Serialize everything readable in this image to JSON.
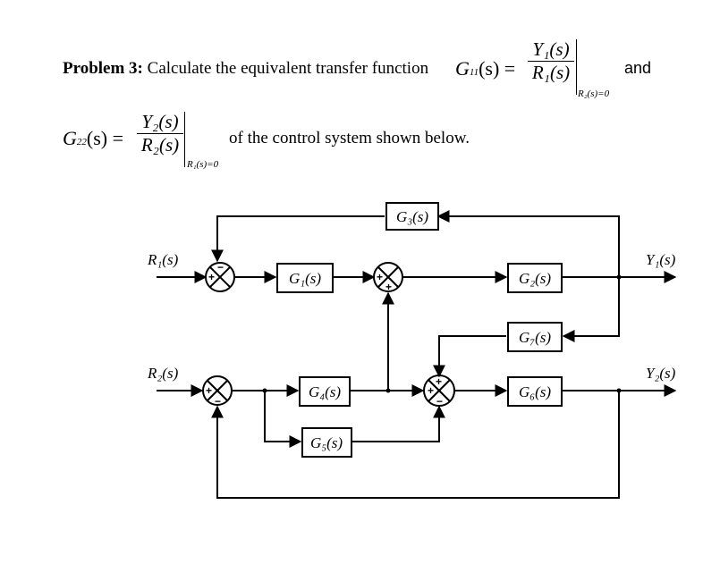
{
  "problem": {
    "label": "Problem 3:",
    "intro": "Calculate the equivalent transfer function",
    "g11_lhs": "G",
    "g11_sub": "11",
    "g11_arg": "(s) =",
    "g11_num": "Y₁(s)",
    "g11_den": "R₁(s)",
    "g11_cond": "R₂(s)=0",
    "and": "and",
    "g22_lhs": "G",
    "g22_sub": "22",
    "g22_arg": "(s) =",
    "g22_num": "Y₂(s)",
    "g22_den": "R₂(s)",
    "g22_cond": "R₁(s)=0",
    "tail": "of the control system shown below."
  },
  "diagram": {
    "blocks": {
      "g1": "G₁(s)",
      "g2": "G₂(s)",
      "g3": "G₃(s)",
      "g4": "G₄(s)",
      "g5": "G₅(s)",
      "g6": "G₆(s)",
      "g7": "G₇(s)"
    },
    "signals": {
      "r1": "R₁(s)",
      "r2": "R₂(s)",
      "y1": "Y₁(s)",
      "y2": "Y₂(s)"
    },
    "signs": {
      "s1_left": "+",
      "s1_top": "−",
      "s2_left": "+",
      "s2_bottom": "−",
      "s3_left": "+",
      "s3_bottom": "+",
      "s4_left": "+",
      "s4_top": "+",
      "s4_bottom": "−"
    }
  },
  "colors": {
    "ink": "#000000",
    "background": "#ffffff"
  }
}
